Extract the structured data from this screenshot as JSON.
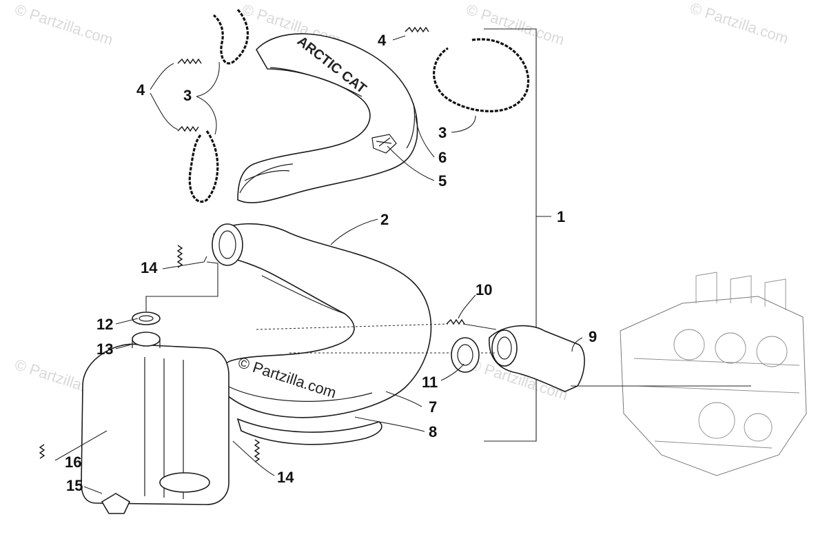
{
  "watermarks": {
    "site_mark": "© Partzilla.com",
    "center_mark": "© Partzilla.com"
  },
  "shield_logo_text": "ARCTIC CAT",
  "callouts": {
    "c1": "1",
    "c2": "2",
    "c3a": "3",
    "c3b": "3",
    "c4a": "4",
    "c4b": "4",
    "c5": "5",
    "c6": "6",
    "c7": "7",
    "c8": "8",
    "c9": "9",
    "c10": "10",
    "c11": "11",
    "c12": "12",
    "c13": "13",
    "c14a": "14",
    "c14b": "14",
    "c15": "15",
    "c16": "16"
  }
}
